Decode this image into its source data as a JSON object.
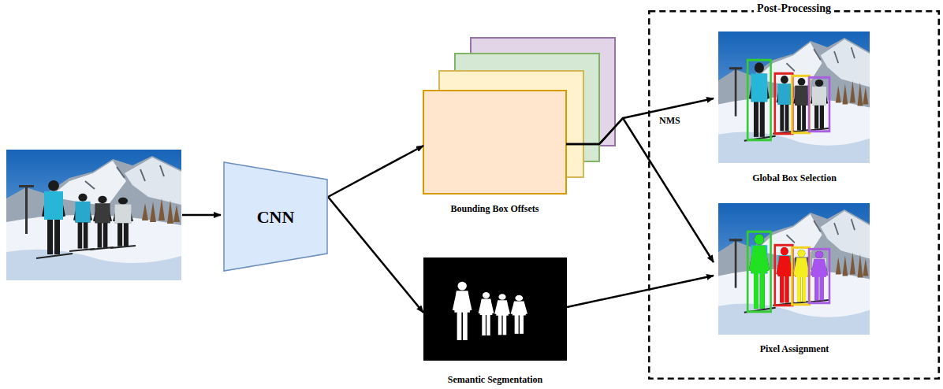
{
  "diagram": {
    "nodes": [
      {
        "text": [
          "CNN"
        ]
      },
      {
        "text": [
          "Bounding Box Offsets"
        ]
      },
      {
        "text": [
          "Semantic Segmentation"
        ]
      },
      {
        "text": [
          "Post-Processing"
        ]
      },
      {
        "text": [
          "Global Box Selection"
        ],
        "in": 3
      },
      {
        "text": [
          "Pixel Assignment"
        ],
        "in": 3
      }
    ],
    "edges": [
      {
        "from": 0,
        "to": 1,
        "arrow": "to"
      },
      {
        "from": 0,
        "to": 2,
        "arrow": "to"
      },
      {
        "from": 1,
        "to": 4,
        "label": "NMS",
        "arrow": "to"
      },
      {
        "from": 1,
        "to": 5,
        "arrow": "to"
      },
      {
        "from": 2,
        "to": 5,
        "arrow": "to"
      }
    ]
  }
}
